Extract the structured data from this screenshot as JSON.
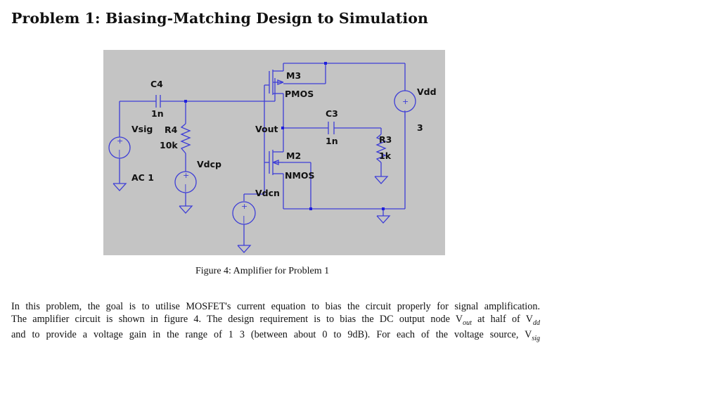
{
  "title": "Problem 1: Biasing-Matching Design to Simulation",
  "figure": {
    "caption": "Figure 4: Amplifier for Problem 1",
    "labels": {
      "c4": "C4",
      "c4_val": "1n",
      "vsig": "Vsig",
      "ac": "AC 1",
      "r4": "R4",
      "r4_val": "10k",
      "vdcp": "Vdcp",
      "vdcn": "Vdcn",
      "m3": "M3",
      "pmos": "PMOS",
      "m2": "M2",
      "nmos": "NMOS",
      "vout": "Vout",
      "c3": "C3",
      "c3_val": "1n",
      "r3": "R3",
      "r3_val": "1k",
      "vdd": "Vdd",
      "vdd_val": "3"
    }
  },
  "paragraph": {
    "line1": "In this problem, the goal is to utilise MOSFET's current equation to bias the circuit properly for signal amplification.",
    "line2_a": "The amplifier circuit is shown in figure 4. The design requirement is to bias the DC output node V",
    "line2_sub1": "out",
    "line2_b": " at half of V",
    "line2_sub2": "dd",
    "line3_a": "and to provide a voltage gain in the range of 1 3 (between about 0 to 9dB). For each of the voltage source, V",
    "line3_sub": "sig"
  }
}
